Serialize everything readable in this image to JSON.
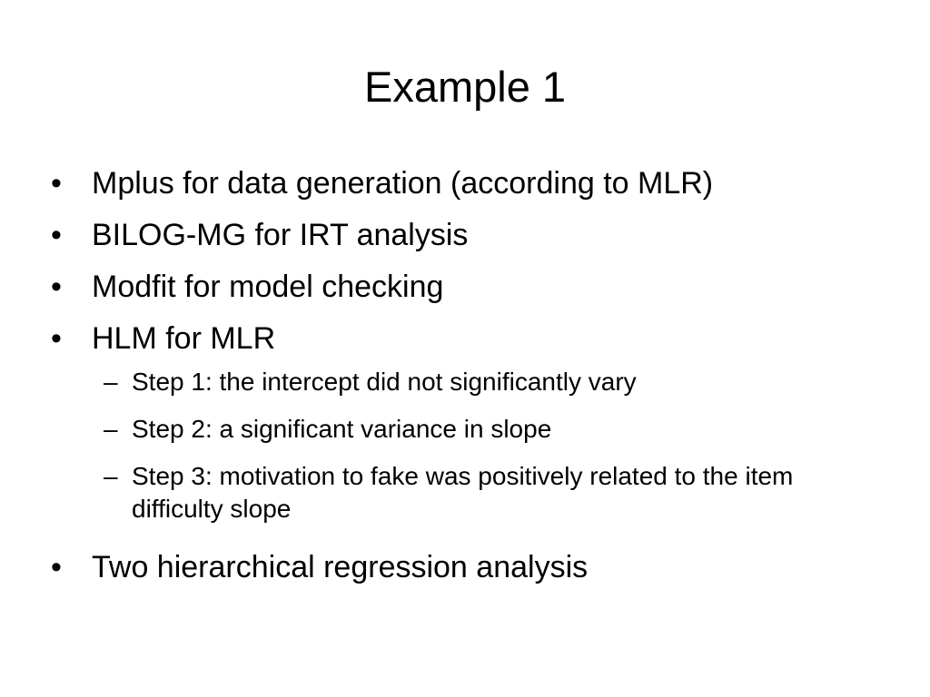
{
  "slide": {
    "title": "Example 1",
    "bullets": [
      {
        "marker": "•",
        "text": "Mplus for data generation (according to MLR)"
      },
      {
        "marker": "•",
        "text": "BILOG-MG for IRT analysis"
      },
      {
        "marker": "•",
        "text": "Modfit for model checking"
      },
      {
        "marker": "•",
        "text": "HLM for MLR"
      },
      {
        "marker": "•",
        "text": "Two hierarchical regression analysis"
      }
    ],
    "sub_bullets": [
      {
        "marker": "–",
        "text": "Step 1: the intercept did not significantly vary"
      },
      {
        "marker": "–",
        "text": "Step 2: a significant variance in slope"
      },
      {
        "marker": "–",
        "text": "Step 3: motivation to fake was positively related to the item difficulty slope"
      }
    ]
  }
}
